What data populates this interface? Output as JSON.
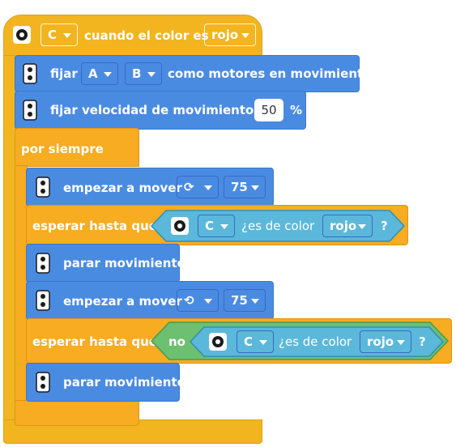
{
  "hat": {
    "sensor_port": "C",
    "label_when": "cuando el color es",
    "color": "rojo"
  },
  "blocks": {
    "set_motors": {
      "label_set": "fijar",
      "motor_a": "A",
      "motor_b": "B",
      "label_rest": "como motores en movimiento"
    },
    "set_speed": {
      "label": "fijar velocidad de movimiento al",
      "value": "50",
      "unit": "%"
    },
    "forever": {
      "label": "por siempre"
    },
    "start_move_1": {
      "label": "empezar a mover",
      "direction_glyph": "⟳",
      "speed": "75"
    },
    "wait_until_1": {
      "label": "esperar hasta que",
      "sensor_port": "C",
      "label_is": "¿es de color",
      "color": "rojo",
      "qmark": "?"
    },
    "stop_move_1": {
      "label": "parar movimiento"
    },
    "start_move_2": {
      "label": "empezar a mover",
      "direction_glyph": "⟲",
      "speed": "75"
    },
    "wait_until_2": {
      "label": "esperar hasta que",
      "not_label": "no",
      "sensor_port": "C",
      "label_is": "¿es de color",
      "color": "rojo",
      "qmark": "?"
    },
    "stop_move_2": {
      "label": "parar movimiento"
    }
  },
  "colors": {
    "event_yellow": "#f2b51f",
    "control_orange": "#f8ac22",
    "motion_blue": "#4a8be2",
    "sensor_teal": "#5bb8da",
    "operator_green": "#6cc06f"
  },
  "icons": {
    "sensor": "color-sensor-icon",
    "motor": "motor-pair-icon"
  }
}
